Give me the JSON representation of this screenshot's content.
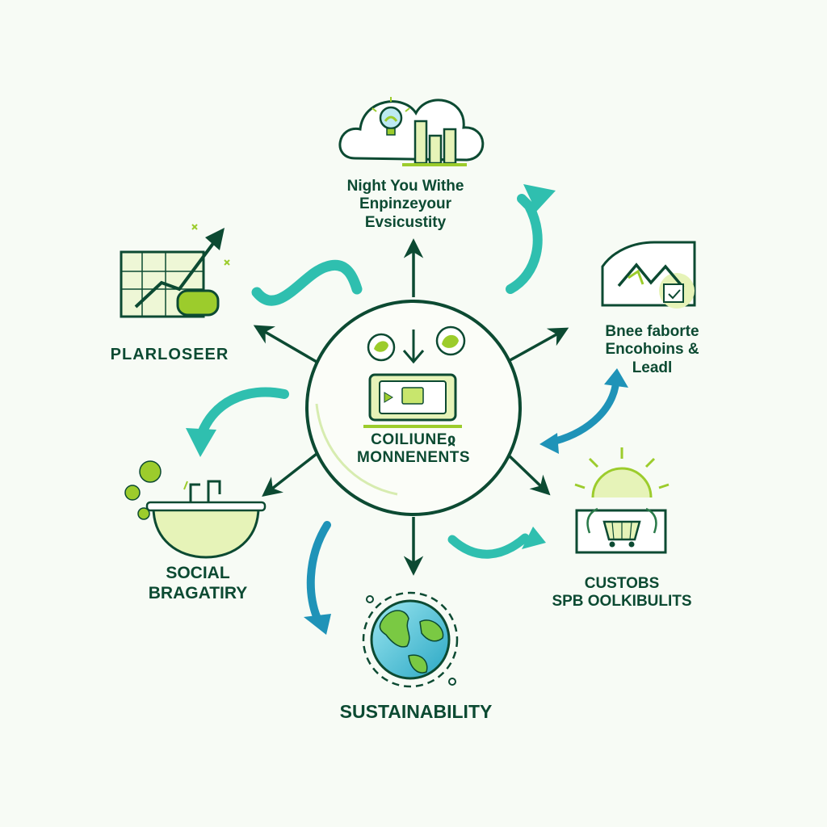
{
  "center": {
    "lines": [
      "COILIUNEჲ",
      "MONNENENTS"
    ]
  },
  "nodes": {
    "top": {
      "lines": [
        "Night You Withe",
        "Enpinzeyour",
        "Evsicustity"
      ],
      "icon": "cloud-bulb-chart-icon"
    },
    "left": {
      "lines": [
        "PLARLOSEER"
      ],
      "icon": "growth-chart-icon"
    },
    "right": {
      "lines": [
        "Bnee faborte",
        "Encohoins &",
        "Leadl"
      ],
      "icon": "house-chart-icon"
    },
    "bottom_left": {
      "lines": [
        "SOCIAL",
        "BRAGATIRY"
      ],
      "icon": "bowl-plants-icon"
    },
    "bottom_right": {
      "lines": [
        "CUSTOBS",
        "SPB OOLKIBULITS"
      ],
      "icon": "shopping-cart-icon"
    },
    "bottom": {
      "lines": [
        "SUSTAINABILITY"
      ],
      "icon": "globe-icon"
    }
  },
  "colors": {
    "dark_green": "#0c4a32",
    "lime": "#9ccc2c",
    "light_lime": "#e6f3b8",
    "teal": "#2fbfaf",
    "blue_teal": "#1f93b8",
    "background": "#f7fbf5"
  }
}
